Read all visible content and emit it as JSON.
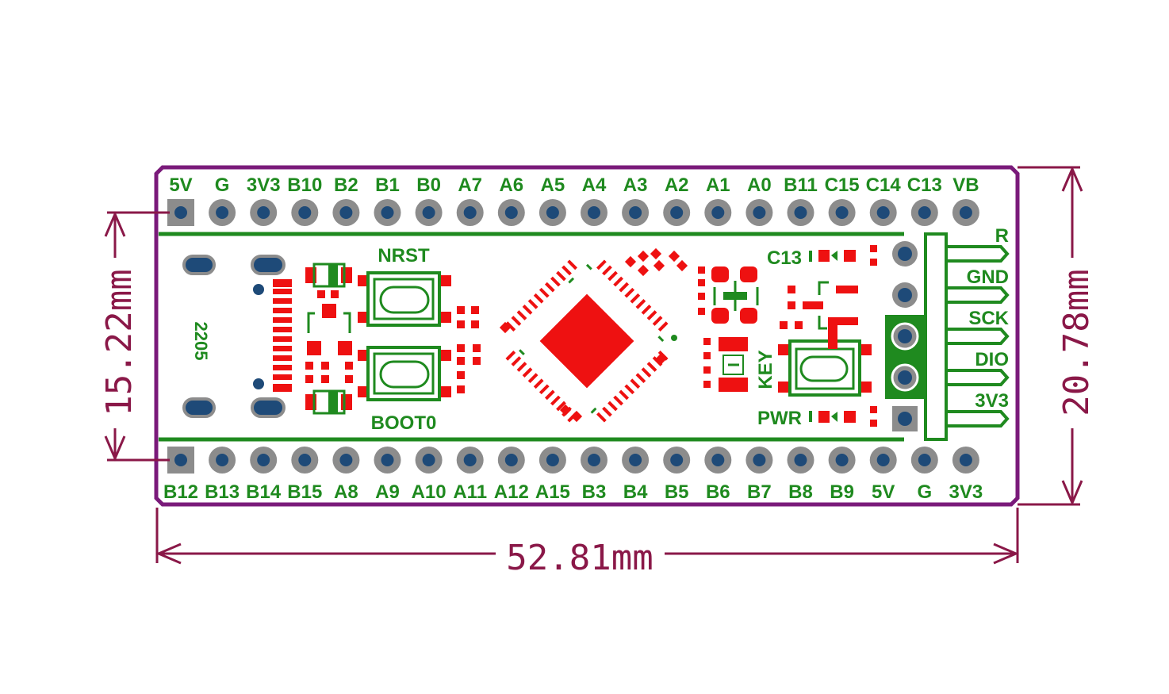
{
  "colors": {
    "board_outline": "#7a1a7a",
    "silkscreen": "#1f8a1f",
    "copper": "#ee1111",
    "pad_ring": "#8c8c8c",
    "drill": "#1e4a78",
    "dimension": "#8a1848"
  },
  "top_pins": [
    "5V",
    "G",
    "3V3",
    "B10",
    "B2",
    "B1",
    "B0",
    "A7",
    "A6",
    "A5",
    "A4",
    "A3",
    "A2",
    "A1",
    "A0",
    "B11",
    "C15",
    "C14",
    "C13",
    "VB"
  ],
  "bottom_pins": [
    "B12",
    "B13",
    "B14",
    "B15",
    "A8",
    "A9",
    "A10",
    "A11",
    "A12",
    "A15",
    "B3",
    "B4",
    "B5",
    "B6",
    "B7",
    "B8",
    "B9",
    "5V",
    "G",
    "3V3"
  ],
  "swd_pins": [
    "R",
    "GND",
    "SCK",
    "DIO",
    "3V3"
  ],
  "silk_labels": {
    "nrst": "NRST",
    "boot0": "BOOT0",
    "key": "KEY",
    "c13": "C13",
    "pwr": "PWR",
    "usb_code": "2205"
  },
  "dimensions": {
    "width": "52.81mm",
    "height": "20.78mm",
    "pin_row_spacing": "15.22mm"
  }
}
